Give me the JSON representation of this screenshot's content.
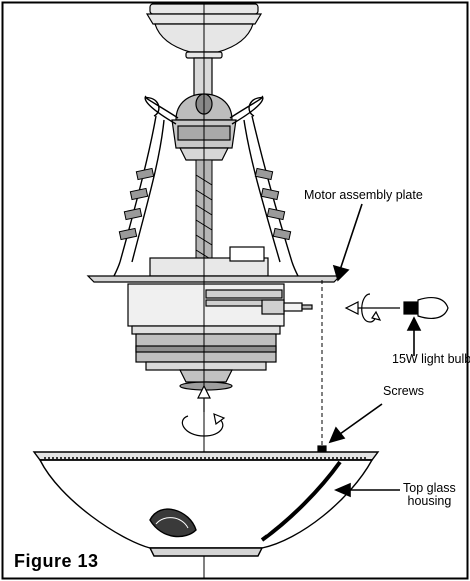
{
  "figure": {
    "title": "Figure 13",
    "labels": {
      "motor_plate": "Motor assembly plate",
      "bulbs": "15W light bulbs",
      "screws": "Screws",
      "top_glass_line1": "Top glass",
      "top_glass_line2": "housing"
    }
  }
}
